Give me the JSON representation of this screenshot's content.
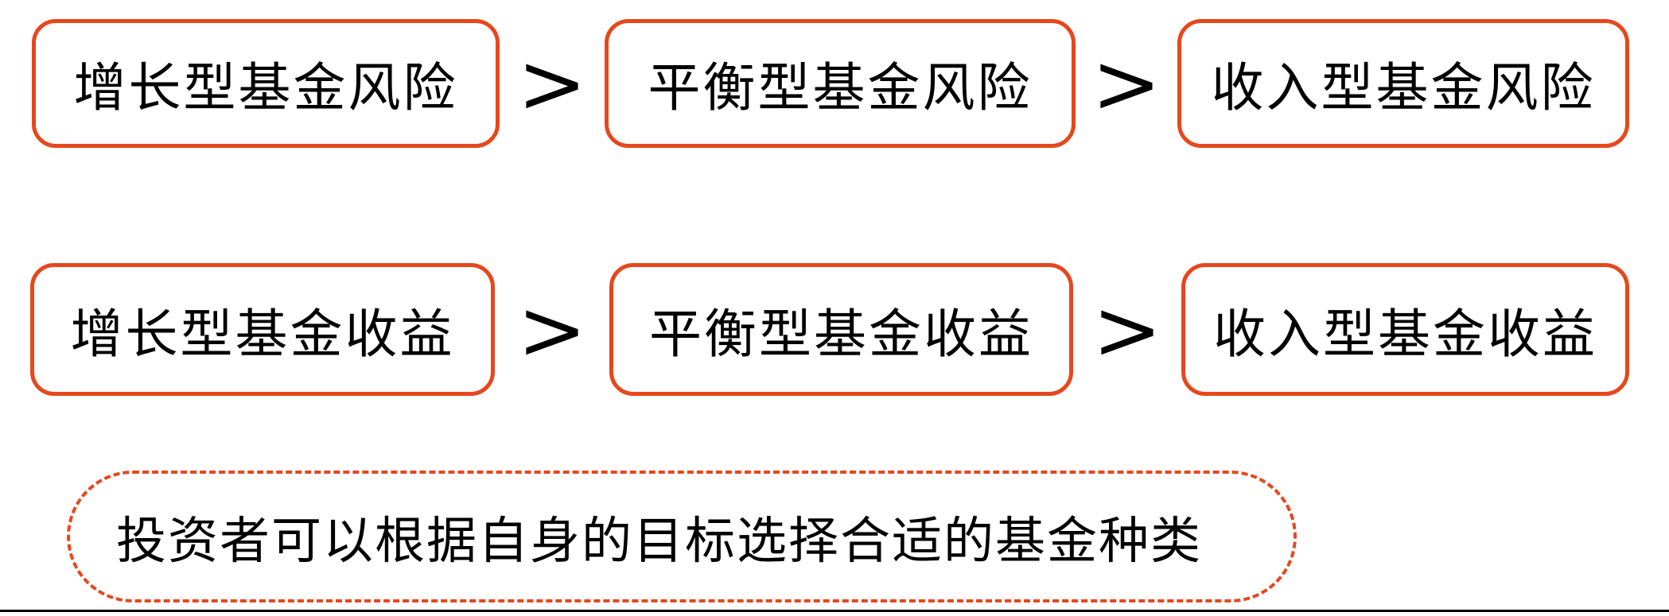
{
  "diagram": {
    "separator": ">",
    "rows": [
      {
        "name": "risk-comparison",
        "boxes": [
          "增长型基金风险",
          "平衡型基金风险",
          "收入型基金风险"
        ]
      },
      {
        "name": "return-comparison",
        "boxes": [
          "增长型基金收益",
          "平衡型基金收益",
          "收入型基金收益"
        ]
      }
    ],
    "conclusion": "投资者可以根据自身的目标选择合适的基金种类",
    "colors": {
      "accent_border": "#e6471d",
      "text": "#000000",
      "bottom_rule": "#000000",
      "background": "#ffffff"
    }
  }
}
